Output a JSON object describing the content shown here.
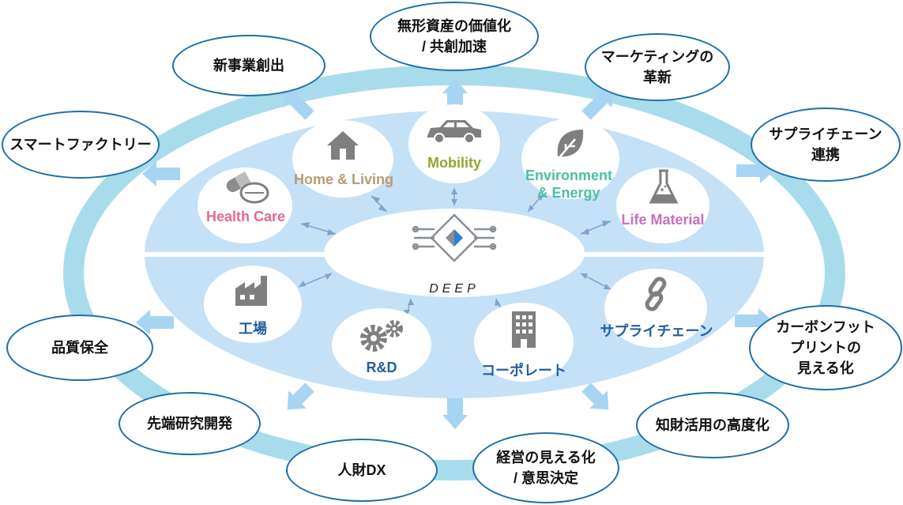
{
  "center": {
    "label": "DEEP"
  },
  "domains": {
    "health_care": {
      "label": "Health Care",
      "color": "#e06b8b"
    },
    "home_living": {
      "label": "Home & Living",
      "color": "#b99a74"
    },
    "mobility": {
      "label": "Mobility",
      "color": "#8fa82b"
    },
    "environment_energy": {
      "line1": "Environment",
      "line2": "& Energy",
      "color": "#4cbfa3"
    },
    "life_material": {
      "label": "Life Material",
      "color": "#c86fc0"
    },
    "factory": {
      "label": "工場",
      "color": "#1f5f9f"
    },
    "rnd": {
      "label": "R&D",
      "color": "#1f5f9f"
    },
    "corporate": {
      "label": "コーポレート",
      "color": "#1f5f9f"
    },
    "supply_chain": {
      "label": "サプライチェーン",
      "color": "#1f5f9f"
    }
  },
  "outcomes": {
    "new_business": {
      "line1": "新事業創出"
    },
    "intangible_assets": {
      "line1": "無形資産の価値化",
      "line2": "/ 共創加速"
    },
    "marketing": {
      "line1": "マーケティングの",
      "line2": "革新"
    },
    "smart_factory": {
      "line1": "スマートファクトリー"
    },
    "supply_chain_link": {
      "line1": "サプライチェーン",
      "line2": "連携"
    },
    "quality": {
      "line1": "品質保全"
    },
    "carbon_footprint": {
      "line1": "カーボンフット",
      "line2": "プリントの",
      "line3": "見える化"
    },
    "advanced_research": {
      "line1": "先端研究開発"
    },
    "ip_utilization": {
      "line1": "知財活用の高度化"
    },
    "hr_dx": {
      "line1": "人財DX"
    },
    "management_visibility": {
      "line1": "経営の見える化",
      "line2": "/ 意思決定"
    }
  },
  "colors": {
    "ring": "#a8dcec",
    "inner": "#c4e1f8",
    "arrow": "#a6d4f2",
    "node_border": "#1f6ea6",
    "icon_gray": "#7f7f7f",
    "logo_blue": "#2f7fd3"
  },
  "icons": {
    "health_care": "pills-icon",
    "home_living": "house-icon",
    "mobility": "car-icon",
    "environment_energy": "leaf-icon",
    "life_material": "flask-icon",
    "factory": "factory-icon",
    "rnd": "gears-icon",
    "corporate": "office-building-icon",
    "supply_chain": "chain-link-icon",
    "center": "deep-circuit-logo-icon"
  }
}
